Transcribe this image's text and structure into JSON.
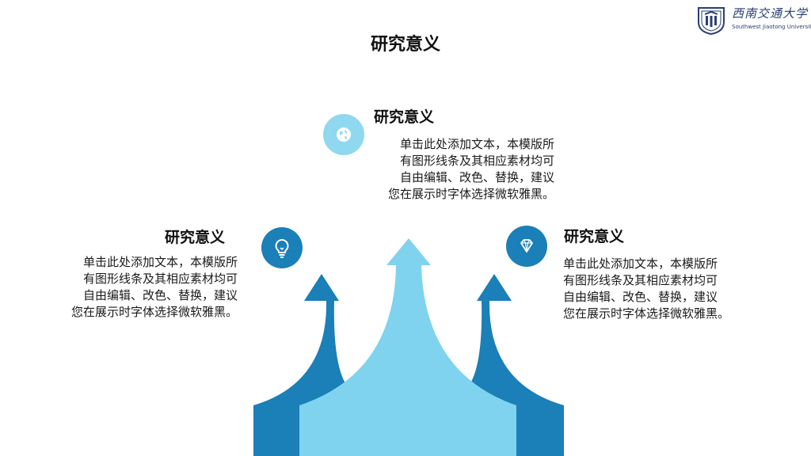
{
  "page": {
    "title": "研究意义"
  },
  "logo": {
    "name_cn": "西南交通大学",
    "name_en": "Southwest Jiaotong University"
  },
  "blocks": {
    "top": {
      "title": "研究意义",
      "lines": [
        "单击此处添加文本，本模版所",
        "有图形线条及其相应素材均可",
        "自由编辑、改色、替换，建议",
        "您在展示时字体选择微软雅黑。"
      ],
      "icon": "globe-icon"
    },
    "left": {
      "title": "研究意义",
      "lines": [
        "单击此处添加文本，本模版所",
        "有图形线条及其相应素材均可",
        "自由编辑、改色、替换，建议",
        "您在展示时字体选择微软雅黑。"
      ],
      "icon": "lightbulb-icon"
    },
    "right": {
      "title": "研究意义",
      "lines": [
        "单击此处添加文本，本模版所",
        "有图形线条及其相应素材均可",
        "自由编辑、改色、替换，建议",
        "您在展示时字体选择微软雅黑。"
      ],
      "icon": "diamond-icon"
    }
  },
  "colors": {
    "dark_blue": "#1b7fb8",
    "light_blue": "#7fd3ef",
    "icon_light": "#8fd8f0",
    "icon_dark": "#1b7fb8",
    "logo_navy": "#2b3f73"
  }
}
